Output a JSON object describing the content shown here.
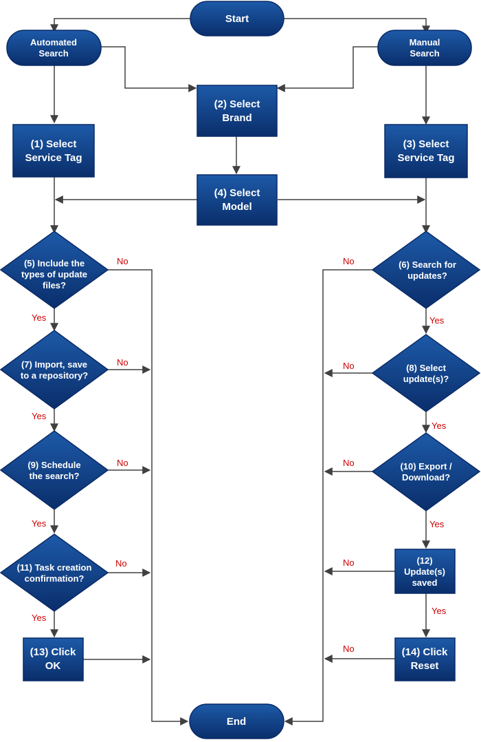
{
  "colors": {
    "node_fill_top": "#1d5aa8",
    "node_fill_bottom": "#0a2e6b",
    "node_stroke": "#0a2a66",
    "edge": "#404040",
    "edge_label": "#cc0000",
    "node_text": "#ffffff"
  },
  "nodes": {
    "start": {
      "lines": [
        "Start"
      ]
    },
    "automated_search": {
      "lines": [
        "Automated",
        "Search"
      ]
    },
    "manual_search": {
      "lines": [
        "Manual",
        "Search"
      ]
    },
    "select_brand": {
      "lines": [
        "(2) Select",
        "Brand"
      ]
    },
    "select_service_tag_1": {
      "lines": [
        "(1) Select",
        "Service Tag"
      ]
    },
    "select_service_tag_3": {
      "lines": [
        "(3) Select",
        "Service Tag"
      ]
    },
    "select_model": {
      "lines": [
        "(4) Select",
        "Model"
      ]
    },
    "include_types": {
      "lines": [
        "(5) Include the",
        "types of update",
        "files?"
      ]
    },
    "search_updates": {
      "lines": [
        "(6) Search for",
        "updates?"
      ]
    },
    "import_save": {
      "lines": [
        "(7) Import, save",
        "to a repository?"
      ]
    },
    "select_updates": {
      "lines": [
        "(8) Select",
        "update(s)?"
      ]
    },
    "schedule_search": {
      "lines": [
        "(9) Schedule",
        "the search?"
      ]
    },
    "export_download": {
      "lines": [
        "(10) Export /",
        "Download?"
      ]
    },
    "task_confirmation": {
      "lines": [
        "(11) Task creation",
        "confirmation?"
      ]
    },
    "updates_saved": {
      "lines": [
        "(12)",
        "Update(s)",
        "saved"
      ]
    },
    "click_ok": {
      "lines": [
        "(13) Click",
        "OK"
      ]
    },
    "click_reset": {
      "lines": [
        "(14) Click",
        "Reset"
      ]
    },
    "end": {
      "lines": [
        "End"
      ]
    }
  },
  "labels": {
    "no_5": "No",
    "yes_5": "Yes",
    "no_7": "No",
    "yes_7": "Yes",
    "no_9": "No",
    "yes_9": "Yes",
    "no_11": "No",
    "yes_11": "Yes",
    "no_6": "No",
    "yes_6": "Yes",
    "no_8": "No",
    "yes_8": "Yes",
    "no_10": "No",
    "yes_10": "Yes",
    "no_12": "No",
    "yes_12": "Yes",
    "no_14": "No"
  }
}
